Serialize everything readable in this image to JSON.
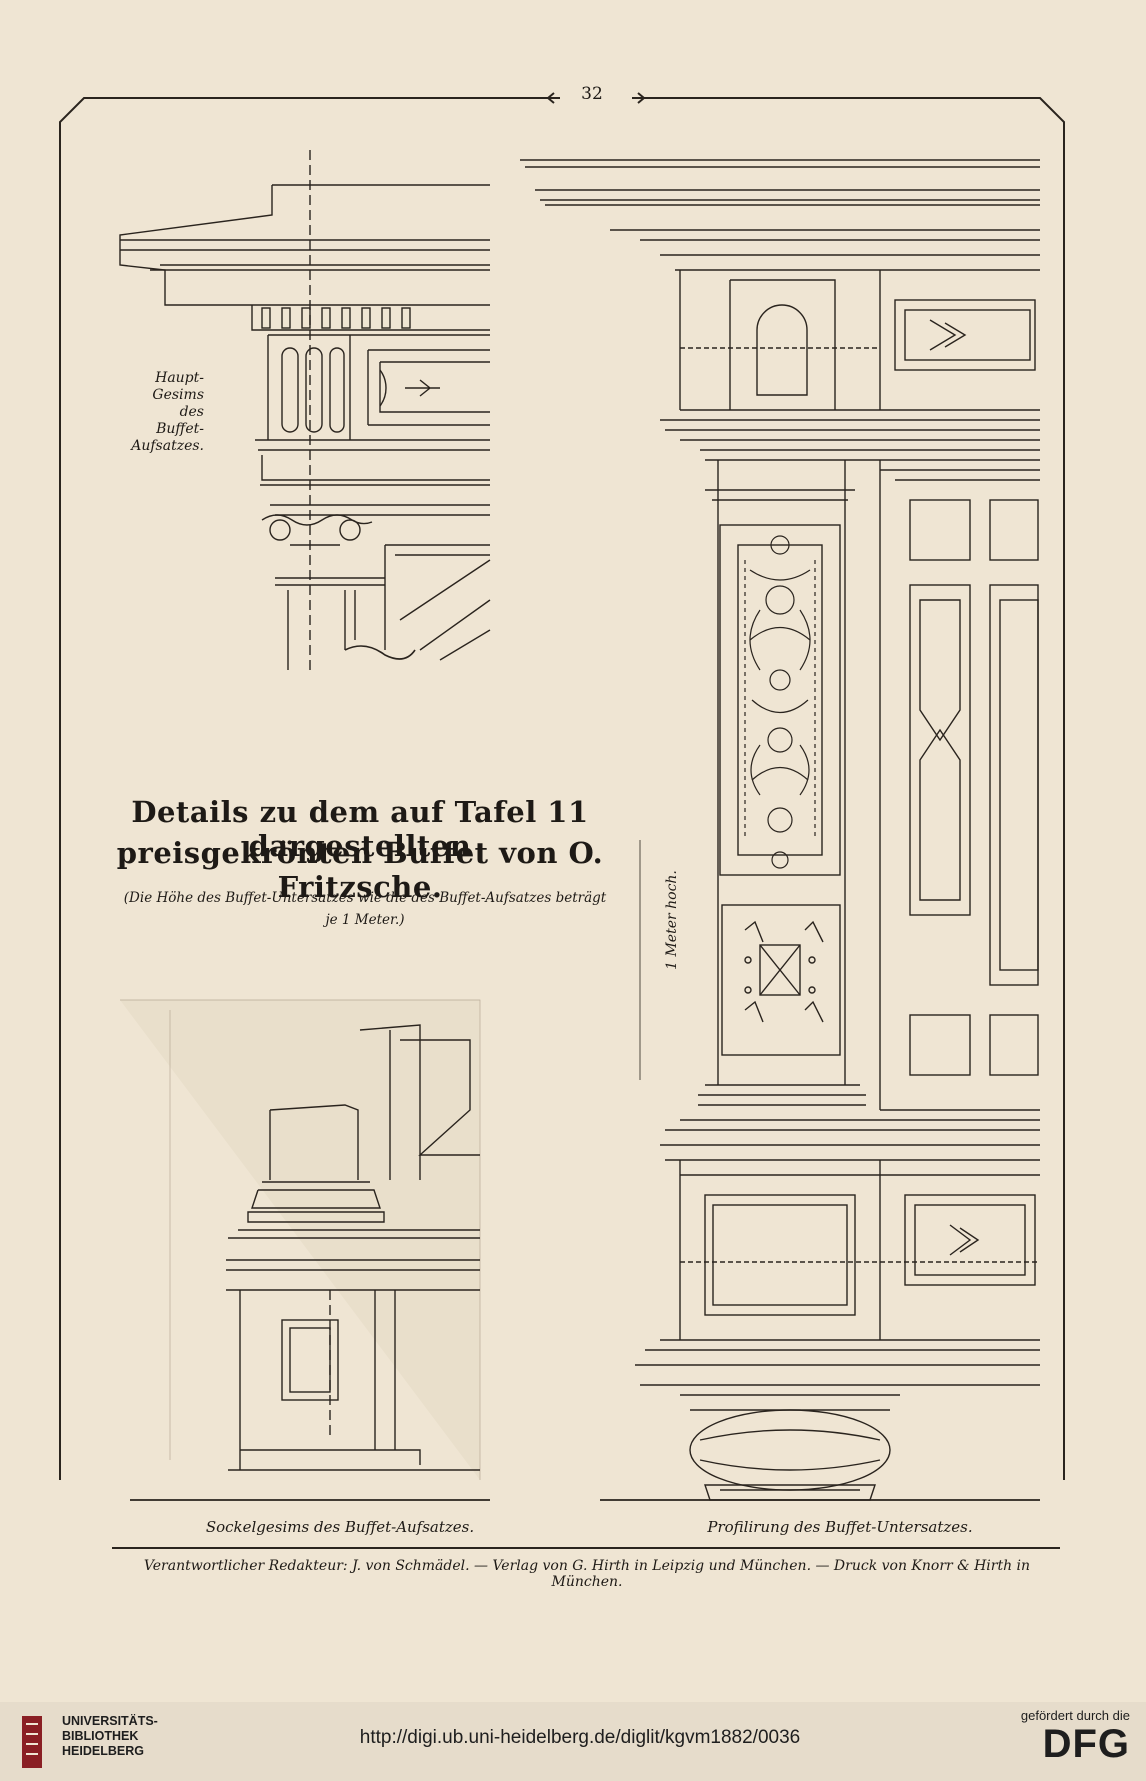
{
  "page_number": "32",
  "labels": {
    "hauptgesims": [
      "Haupt-",
      "Gesims",
      "des",
      "Buffet-",
      "Aufsatzes."
    ],
    "meter": "1 Meter hoch."
  },
  "title": {
    "line1": "Details zu dem auf Tafel 11 dargestellten",
    "line2": "preisgekrönten Buffet von O. Fritzsche."
  },
  "note": {
    "line1": "(Die Höhe des Buffet-Untersatzes wie die des Buffet-Aufsatzes beträgt",
    "line2": "je 1 Meter.)"
  },
  "captions": {
    "left": "Sockelgesims des Buffet-Aufsatzes.",
    "right": "Profilirung des Buffet-Untersatzes."
  },
  "imprint": "Verantwortlicher Redakteur: J. von Schmädel. — Verlag von G. Hirth in Leipzig und München. — Druck von Knorr & Hirth in München.",
  "footer": {
    "institution": [
      "UNIVERSITÄTS-",
      "BIBLIOTHEK",
      "HEIDELBERG"
    ],
    "url": "http://digi.ub.uni-heidelberg.de/diglit/kgvm1882/0036",
    "funding_label": "gefördert durch die",
    "funding_logo": "DFG"
  },
  "colors": {
    "paper": "#efe5d3",
    "ink": "#1e1a16",
    "footer_bg": "#e6dccb"
  }
}
